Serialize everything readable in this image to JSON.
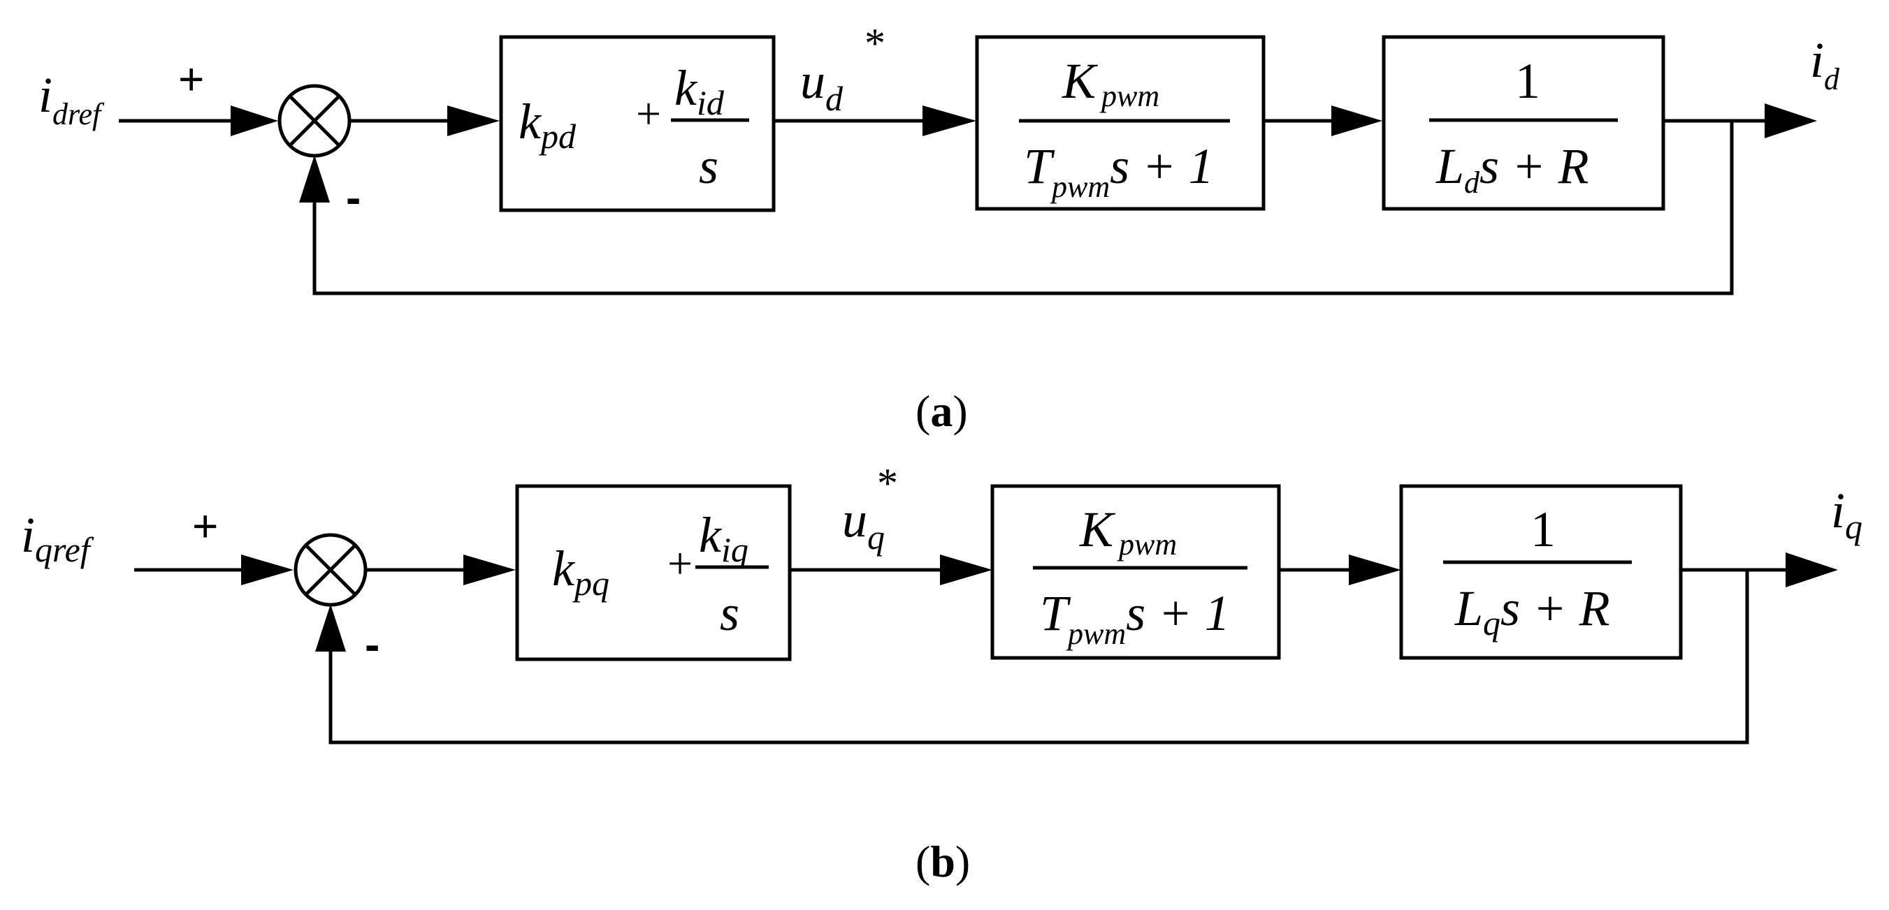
{
  "diagram_a": {
    "input": {
      "base": "i",
      "sub": "dref"
    },
    "plus_sign": "+",
    "minus_sign": "-",
    "pi_block": {
      "kp": "k",
      "kp_sub": "pd",
      "plus": "+",
      "ki": "k",
      "ki_sub": "id",
      "den": "s"
    },
    "u_label": {
      "base": "u",
      "sub": "d",
      "sup": "*"
    },
    "pwm_block": {
      "num": "K",
      "num_sub": "pwm",
      "den_T": "T",
      "den_T_sub": "pwm",
      "den_rest": "s + 1"
    },
    "plant_block": {
      "num": "1",
      "den_L": "L",
      "den_L_sub": "d",
      "den_rest": "s + R"
    },
    "output": {
      "base": "i",
      "sub": "d"
    },
    "caption": {
      "open": "(",
      "letter": "a",
      "close": ")"
    }
  },
  "diagram_b": {
    "input": {
      "base": "i",
      "sub": "qref"
    },
    "plus_sign": "+",
    "minus_sign": "-",
    "pi_block": {
      "kp": "k",
      "kp_sub": "pq",
      "plus": "+",
      "ki": "k",
      "ki_sub": "iq",
      "den": "s"
    },
    "u_label": {
      "base": "u",
      "sub": "q",
      "sup": "*"
    },
    "pwm_block": {
      "num": "K",
      "num_sub": "pwm",
      "den_T": "T",
      "den_T_sub": "pwm",
      "den_rest": "s + 1"
    },
    "plant_block": {
      "num": "1",
      "den_L": "L",
      "den_L_sub": "q",
      "den_rest": "s + R"
    },
    "output": {
      "base": "i",
      "sub": "q"
    },
    "caption": {
      "open": "(",
      "letter": "b",
      "close": ")"
    }
  }
}
